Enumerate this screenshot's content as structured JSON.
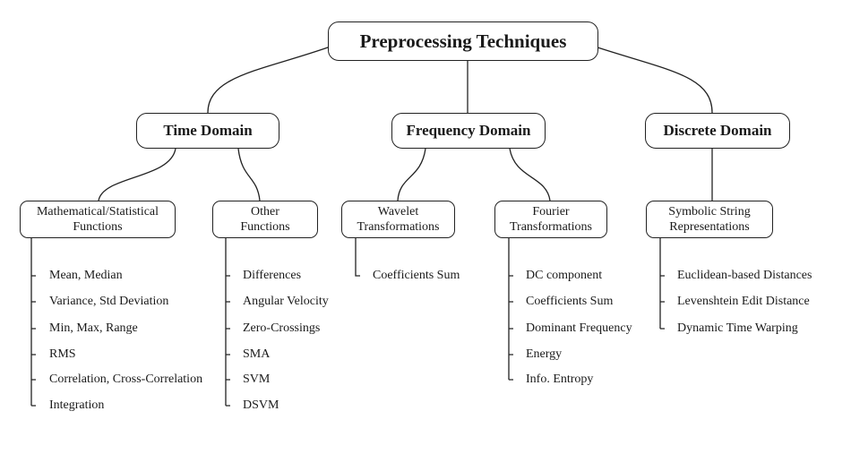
{
  "root": "Preprocessing Techniques",
  "domains": {
    "time": "Time Domain",
    "frequency": "Frequency Domain",
    "discrete": "Discrete Domain"
  },
  "groups": {
    "math": {
      "line1": "Mathematical/Statistical",
      "line2": "Functions",
      "items": [
        "Mean, Median",
        "Variance, Std Deviation",
        "Min, Max, Range",
        "RMS",
        "Correlation, Cross-Correlation",
        "Integration"
      ]
    },
    "other": {
      "line1": "Other",
      "line2": "Functions",
      "items": [
        "Differences",
        "Angular Velocity",
        "Zero-Crossings",
        "SMA",
        "SVM",
        "DSVM"
      ]
    },
    "wavelet": {
      "line1": "Wavelet",
      "line2": "Transformations",
      "items": [
        "Coefficients Sum"
      ]
    },
    "fourier": {
      "line1": "Fourier",
      "line2": "Transformations",
      "items": [
        "DC component",
        "Coefficients Sum",
        "Dominant Frequency",
        "Energy",
        "Info. Entropy"
      ]
    },
    "symbolic": {
      "line1": "Symbolic String",
      "line2": "Representations",
      "items": [
        "Euclidean-based Distances",
        "Levenshtein Edit Distance",
        "Dynamic Time Warping"
      ]
    }
  }
}
